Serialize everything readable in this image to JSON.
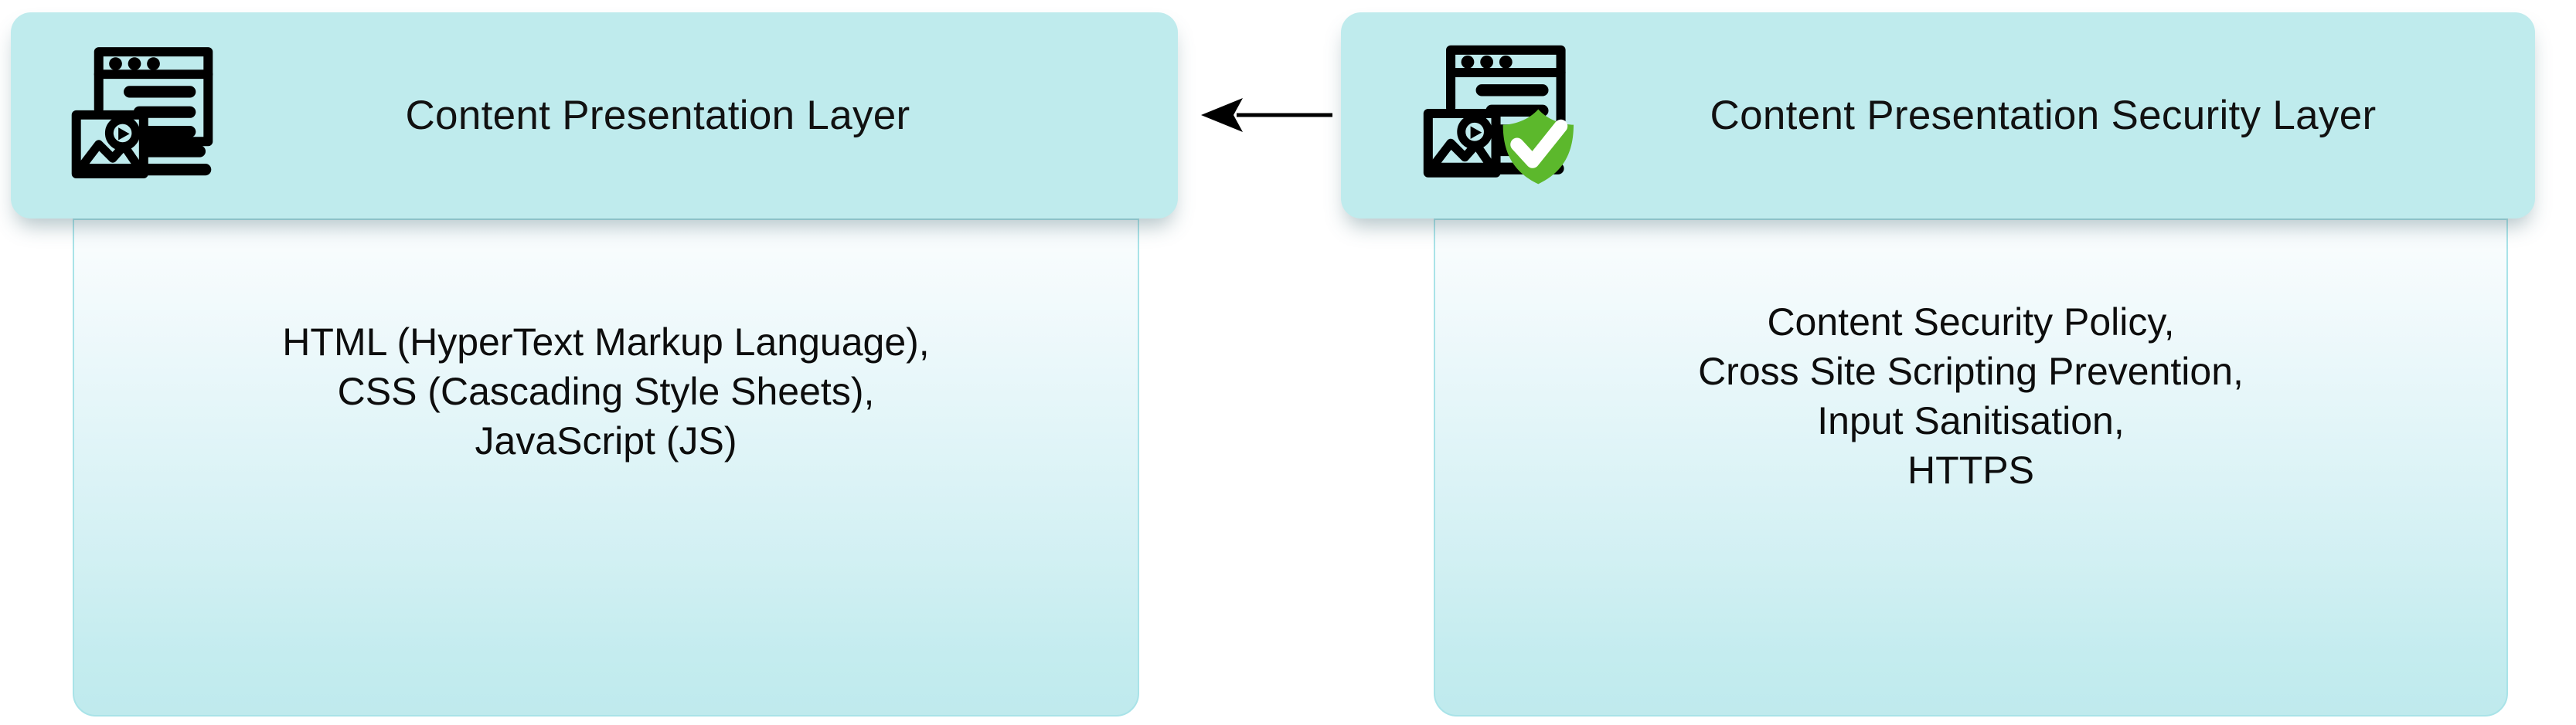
{
  "diagram": {
    "type": "layered-architecture",
    "blocks": [
      {
        "id": "content-presentation-layer",
        "title": "Content Presentation Layer",
        "icon": "webpage-content-icon",
        "header_color": "#bfebed",
        "body_lines": [
          "HTML (HyperText Markup Language),",
          "CSS (Cascading Style Sheets),",
          "JavaScript (JS)"
        ]
      },
      {
        "id": "content-presentation-security-layer",
        "title": "Content Presentation Security Layer",
        "icon": "webpage-content-shield-check-icon",
        "header_color": "#bfebed",
        "shield_color": "#5cb82c",
        "check_color": "#ffffff",
        "body_lines": [
          "Content Security Policy,",
          "Cross Site Scripting Prevention,",
          "Input Sanitisation,",
          "HTTPS"
        ]
      }
    ],
    "connectors": [
      {
        "id": "security-to-presentation",
        "direction": "left",
        "from": "content-presentation-security-layer",
        "to": "content-presentation-layer",
        "color": "#000000",
        "label": ""
      }
    ],
    "colors": {
      "header_teal": "#bfebed",
      "body_gradient_top": "#fbfdfe",
      "body_gradient_bottom": "#bfeaed",
      "body_border": "#a9e3e8",
      "text": "#111111",
      "shield_green": "#5cb82c",
      "background": "#ffffff"
    }
  }
}
